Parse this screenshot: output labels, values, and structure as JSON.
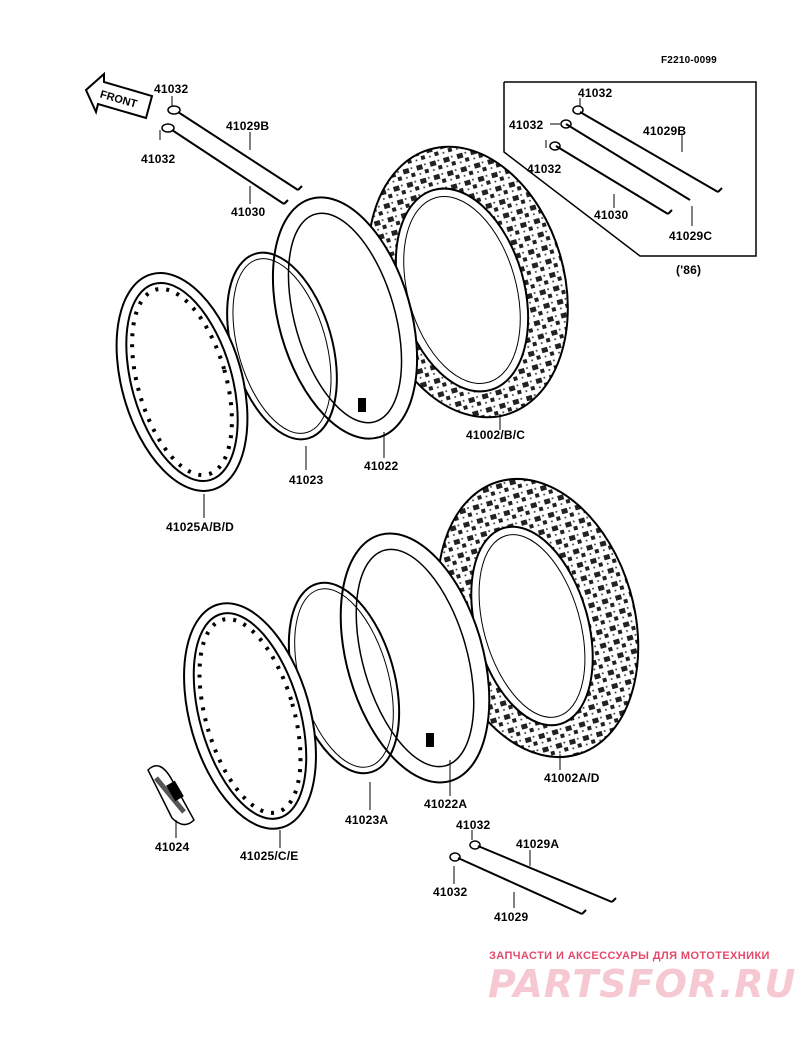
{
  "figure_code": "F2210-0099",
  "front_arrow_text": "FRONT",
  "labels": {
    "spoke_nipple_top_1": "41032",
    "spoke_long_top": "41029B",
    "spoke_nipple_top_2": "41032",
    "spoke_short_top": "41030",
    "rim_front": "41025A/B/D",
    "rim_band_front": "41023",
    "tube_front": "41022",
    "tire_front": "41002/B/C",
    "inset_nipple_1": "41032",
    "inset_nipple_2": "41032",
    "inset_nipple_3": "41032",
    "inset_spoke_long": "41029B",
    "inset_spoke_short": "41030",
    "inset_spoke_c": "41029C",
    "inset_year": "('86)",
    "rim_lock": "41024",
    "rim_rear": "41025/C/E",
    "rim_band_rear": "41023A",
    "tube_rear": "41022A",
    "tire_rear": "41002A/D",
    "spoke_nipple_bottom_1": "41032",
    "spoke_long_bottom": "41029A",
    "spoke_nipple_bottom_2": "41032",
    "spoke_bottom": "41029"
  },
  "watermark": {
    "caption": "ЗАПЧАСТИ И АКСЕССУАРЫ ДЛЯ МОТОТЕХНИКИ",
    "logo": "PARTSFOR.RU"
  }
}
